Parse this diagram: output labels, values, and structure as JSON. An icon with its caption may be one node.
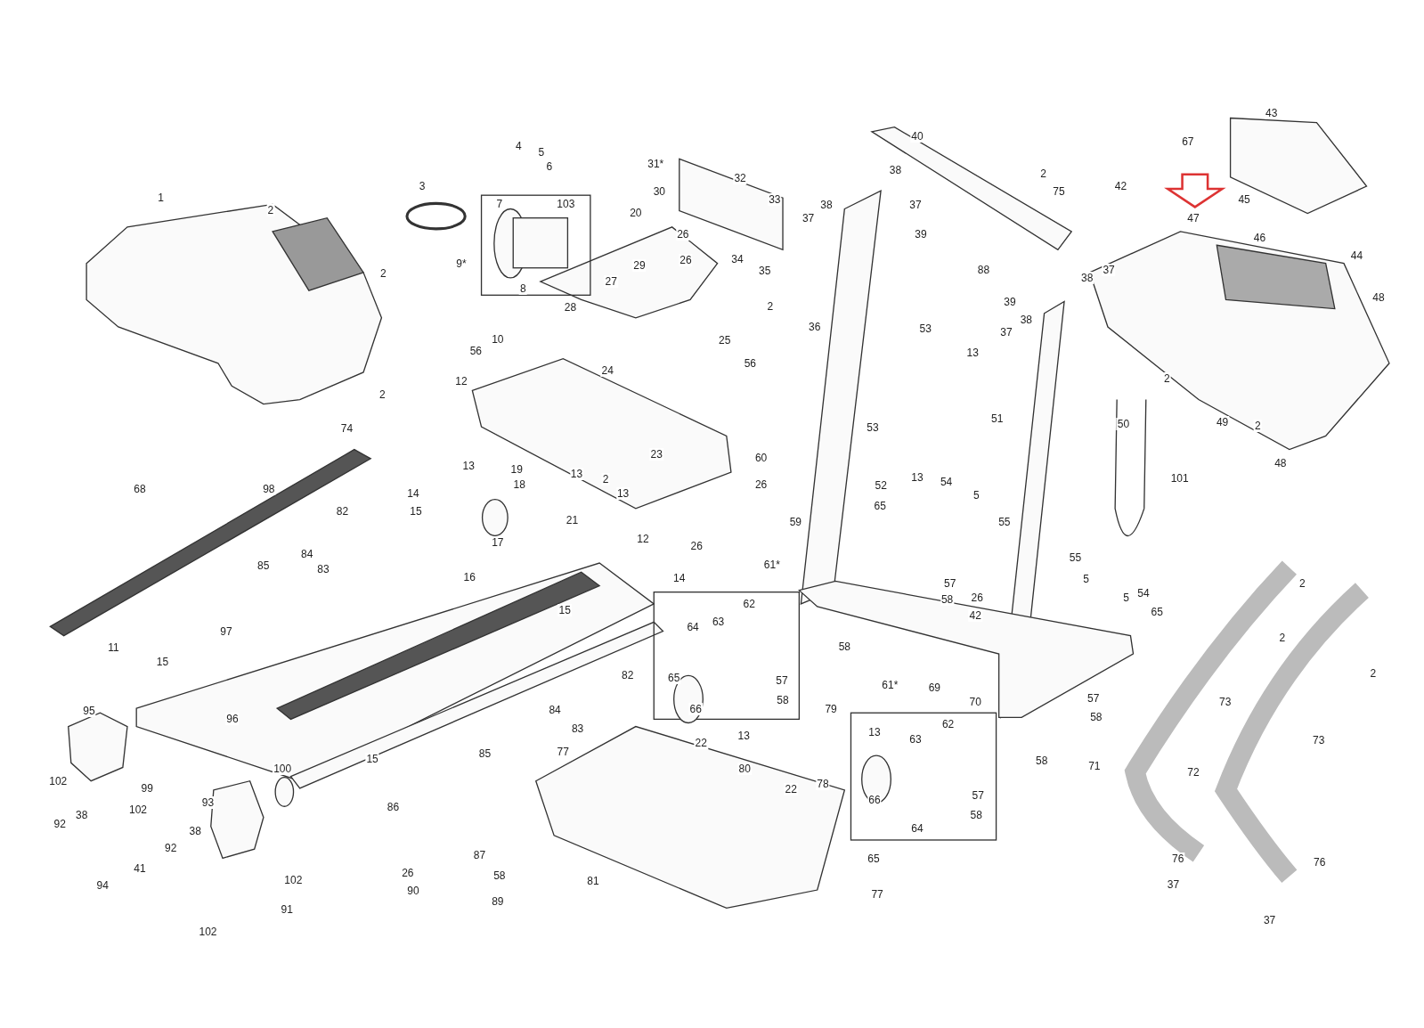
{
  "diagram": {
    "labels": [
      "43",
      "40",
      "67",
      "4",
      "5",
      "6",
      "31*",
      "38",
      "2",
      "3",
      "2",
      "32",
      "33",
      "20",
      "103",
      "7",
      "30",
      "37",
      "38",
      "75",
      "42",
      "45",
      "37",
      "39",
      "47",
      "26",
      "1",
      "9*",
      "8",
      "29",
      "34",
      "35",
      "26",
      "46",
      "88",
      "44",
      "2",
      "27",
      "38",
      "37",
      "39",
      "48",
      "2",
      "36",
      "28",
      "53",
      "38",
      "37",
      "25",
      "10",
      "56",
      "24",
      "13",
      "12",
      "2",
      "56",
      "49",
      "2",
      "51",
      "50",
      "2",
      "74",
      "53",
      "13",
      "19",
      "23",
      "60",
      "18",
      "13",
      "2",
      "52",
      "13",
      "54",
      "48",
      "101",
      "68",
      "98",
      "14",
      "13",
      "26",
      "5",
      "15",
      "21",
      "59",
      "65",
      "55",
      "82",
      "84",
      "17",
      "12",
      "26",
      "83",
      "85",
      "61*",
      "55",
      "14",
      "5",
      "16",
      "57",
      "2",
      "62",
      "15",
      "63",
      "64",
      "26",
      "58",
      "54",
      "5",
      "65",
      "42",
      "2",
      "11",
      "97",
      "15",
      "58",
      "2",
      "82",
      "57",
      "65",
      "66",
      "58",
      "69",
      "70",
      "57",
      "73",
      "95",
      "96",
      "58",
      "84",
      "79",
      "61*",
      "13",
      "62",
      "63",
      "83",
      "13",
      "73",
      "77",
      "22",
      "58",
      "15",
      "85",
      "71",
      "80",
      "72",
      "100",
      "102",
      "99",
      "22",
      "78",
      "57",
      "102",
      "38",
      "92",
      "93",
      "86",
      "66",
      "58",
      "64",
      "38",
      "92",
      "87",
      "76",
      "65",
      "76",
      "41",
      "94",
      "26",
      "58",
      "81",
      "90",
      "102",
      "37",
      "77",
      "89",
      "91",
      "37",
      "102"
    ]
  }
}
